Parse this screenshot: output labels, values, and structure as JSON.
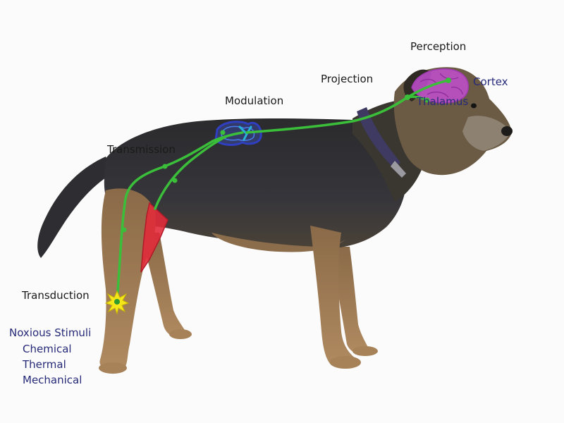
{
  "labels": {
    "perception": "Perception",
    "projection": "Projection",
    "cortex": "Cortex",
    "thalamus": "Thalamus",
    "modulation": "Modulation",
    "transmission": "Transmission",
    "transduction": "Transduction"
  },
  "stimuli": {
    "title": "Noxious Stimuli",
    "items": [
      "Chemical",
      "Thermal",
      "Mechanical"
    ]
  },
  "colors": {
    "pathway": "#3bbf3b",
    "cortex": "#c24fd0",
    "spinal_cord": "#2f3fc0",
    "muscle": "#e12b3a",
    "receptor": "#f5e61c",
    "label_dark": "#1a1a1a",
    "label_navy": "#262a78"
  },
  "icons": {
    "receptor": "sunburst-receptor-icon",
    "brain": "brain-cortex-icon",
    "spinal_cord": "spinal-cord-icon"
  }
}
